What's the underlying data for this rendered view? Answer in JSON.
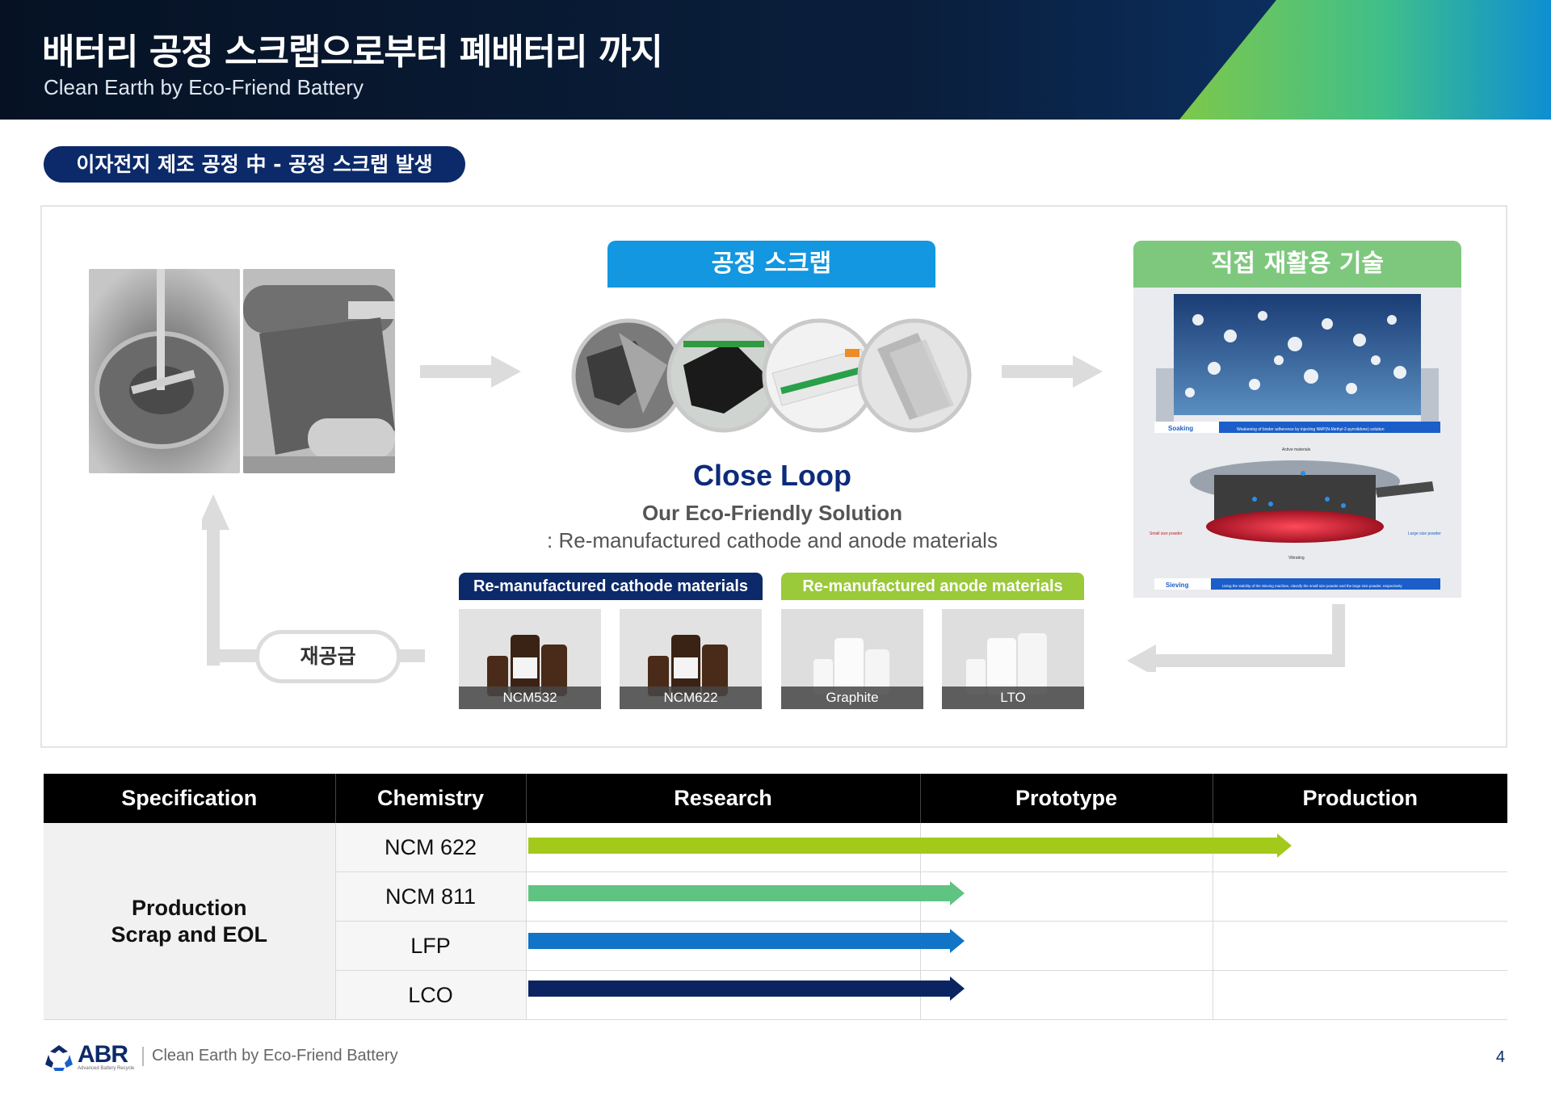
{
  "header": {
    "title": "배터리 공정 스크랩으로부터 폐배터리 까지",
    "subtitle": "Clean Earth by Eco-Friend Battery"
  },
  "section_pill": "이자전지 제조 공정 中 - 공정 스크랩 발생",
  "diagram": {
    "scrap_tag": "공정 스크랩",
    "direct_recycle_tag": "직접 재활용 기술",
    "close_loop": "Close Loop",
    "eco_solution": "Our Eco-Friendly Solution",
    "remanufactured": ": Re-manufactured cathode and anode materials",
    "cathode_head": "Re-manufactured cathode materials",
    "anode_head": "Re-manufactured anode materials",
    "resupply": "재공급",
    "materials": [
      {
        "label": "NCM532"
      },
      {
        "label": "NCM622"
      },
      {
        "label": "Graphite"
      },
      {
        "label": "LTO"
      }
    ],
    "soaking": "Soaking",
    "soaking_desc": "Weakening of binder adherence by injecting NMP(N-Methyl-2-pyrrolidone) solution",
    "sieving": "Sieving",
    "sieving_desc": "Using the stability of the Sieving machine, classify the small size powder and the large size powder, respectively",
    "active_materials": "Active materials",
    "small_powder": "Small size powder",
    "large_powder": "Large size powder",
    "vibrating": "Vibrating"
  },
  "spec_table": {
    "headers": [
      "Specification",
      "Chemistry",
      "Research",
      "Prototype",
      "Production"
    ],
    "spec_label_line1": "Production",
    "spec_label_line2": "Scrap and EOL",
    "rows": [
      {
        "chemistry": "NCM 622",
        "stage": "Production",
        "color": "#a3c91a"
      },
      {
        "chemistry": "NCM 811",
        "stage": "Prototype",
        "color": "#5fc482"
      },
      {
        "chemistry": "LFP",
        "stage": "Prototype",
        "color": "#1174c6"
      },
      {
        "chemistry": "LCO",
        "stage": "Prototype",
        "color": "#0b2461"
      }
    ]
  },
  "footer": {
    "logo": "ABR",
    "logo_sub": "Advanced Battery Recycle",
    "text": "Clean Earth by Eco-Friend Battery",
    "page": "4"
  },
  "colors": {
    "navy": "#0c2a6a",
    "blue_tag": "#1297e0",
    "green_tag": "#7ec87e",
    "cathode_head": "#0c2a6a",
    "anode_head": "#9ac93a"
  }
}
